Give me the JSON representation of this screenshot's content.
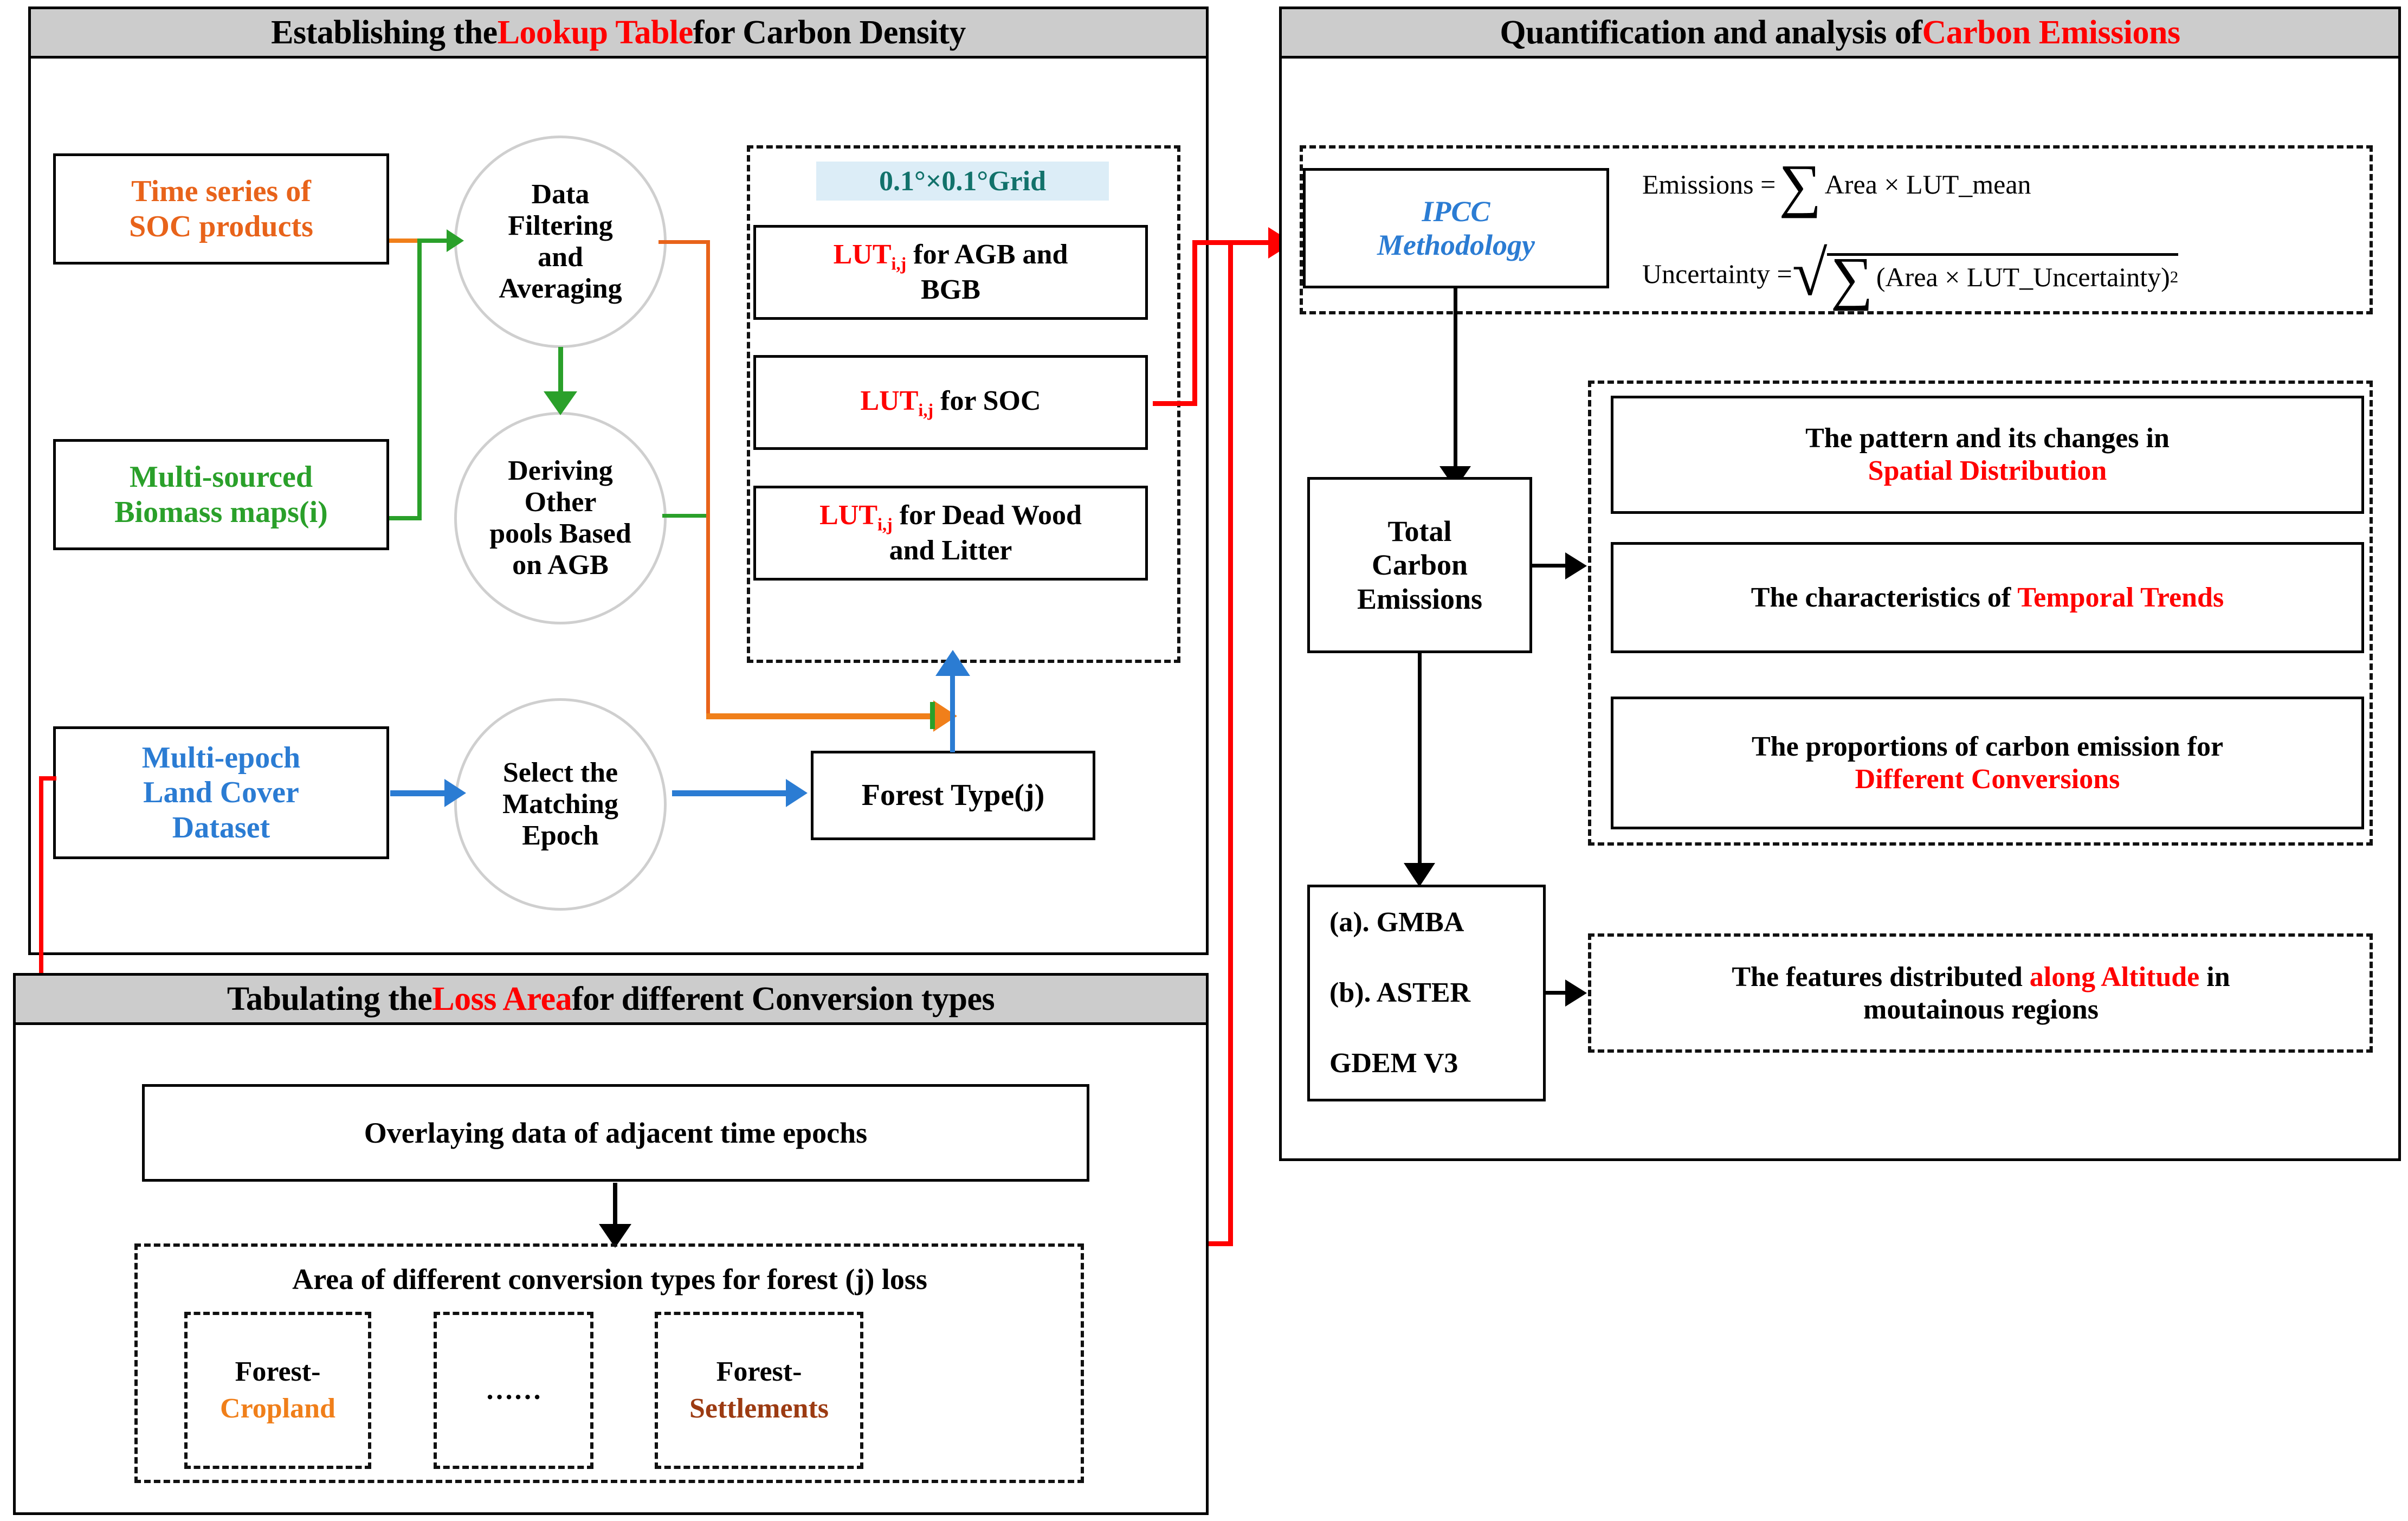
{
  "panels": {
    "lookup": {
      "title_pre": "Establishing the ",
      "title_hl": "Lookup Table",
      "title_post": " for Carbon Density"
    },
    "loss": {
      "title_pre": "Tabulating the ",
      "title_hl": "Loss Area",
      "title_post": " for different Conversion types"
    },
    "quant": {
      "title_pre": "Quantification and analysis of ",
      "title_hl": "Carbon Emissions",
      "title_post": ""
    }
  },
  "lookup": {
    "soc_products": "Time series of SOC products",
    "soc_products_l1": "Time series of",
    "soc_products_l2": "SOC products",
    "biomass_maps_l1": "Multi-sourced",
    "biomass_maps_l2": "Biomass maps(i)",
    "landcover_l1": "Multi-epoch",
    "landcover_l2": "Land Cover",
    "landcover_l3": "Dataset",
    "proc_filter_l1": "Data",
    "proc_filter_l2": "Filtering",
    "proc_filter_l3": "and",
    "proc_filter_l4": "Averaging",
    "proc_derive_l1": "Deriving",
    "proc_derive_l2": "Other",
    "proc_derive_l3": "pools Based",
    "proc_derive_l4": "on AGB",
    "proc_epoch_l1": "Select the",
    "proc_epoch_l2": "Matching",
    "proc_epoch_l3": "Epoch",
    "forest_type": "Forest Type(j)",
    "grid_label": "0.1°×0.1°Grid",
    "lut_prefix": "LUT",
    "lut_sub": "i,j",
    "lut_agb_l1": " for AGB and",
    "lut_agb_l2": "BGB",
    "lut_soc": " for SOC",
    "lut_dead_l1": " for Dead Wood",
    "lut_dead_l2": "and Litter"
  },
  "loss": {
    "overlay": "Overlaying data of adjacent time epochs",
    "area_title": "Area of different conversion types for forest (j) loss",
    "conv1_l1": "Forest-",
    "conv1_l2": "Cropland",
    "conv_mid": "……",
    "conv3_l1": "Forest-",
    "conv3_l2": "Settlements"
  },
  "quant": {
    "ipcc_l1": "IPCC",
    "ipcc_l2": "Methodology",
    "eq_emissions_lhs": "Emissions =",
    "eq_emissions_rhs": "Area × LUT_mean",
    "eq_uncertainty_lhs": "Uncertainty =",
    "eq_uncertainty_rhs": "(Area × LUT_Uncertainty)",
    "eq_uncertainty_exp": "2",
    "sum_symbol": "∑",
    "sqrt_symbol": "√",
    "total_l1": "Total",
    "total_l2": "Carbon",
    "total_l3": "Emissions",
    "result1_l1": "The pattern and its changes in",
    "result1_l2": "Spatial Distribution",
    "result2_pre": "The characteristics of ",
    "result2_hl": "Temporal Trends",
    "result3_l1": "The proportions of carbon emission for",
    "result3_l2": "Different Conversions",
    "gmba_l1": "(a). GMBA",
    "gmba_l2": "(b). ASTER",
    "gmba_l3": "GDEM V3",
    "altitude_pre": "The features distributed ",
    "altitude_hl": "along Altitude",
    "altitude_post": " in",
    "altitude_l2": "moutainous regions"
  },
  "colors": {
    "red": "#ff0000",
    "orange": "#e8631a",
    "orange_arrow": "#f07f1a",
    "green": "#2aa02a",
    "blue": "#2b7cd3",
    "brown": "#9c3b12",
    "teal": "#12726b",
    "header_gray": "#cccccc",
    "chip_bg": "#dcedf7"
  }
}
